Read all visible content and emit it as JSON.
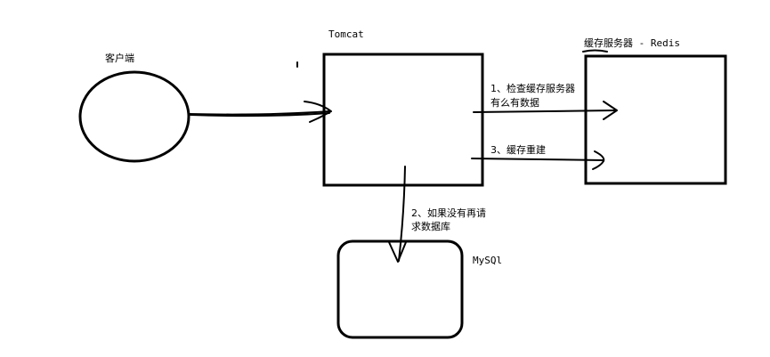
{
  "nodes": {
    "client": {
      "label": "客户端"
    },
    "tomcat": {
      "label": "Tomcat"
    },
    "redis": {
      "label": "缓存服务器 - Redis"
    },
    "mysql": {
      "label": "MySQl"
    }
  },
  "edges": {
    "check_cache": {
      "line1": "1、检查缓存服务器",
      "line2": "有么有数据"
    },
    "query_db": {
      "line1": "2、如果没有再请",
      "line2": "求数据库"
    },
    "rebuild_cache": {
      "line1": "3、缓存重建"
    }
  },
  "colors": {
    "stroke": "#000000",
    "background": "#ffffff"
  }
}
